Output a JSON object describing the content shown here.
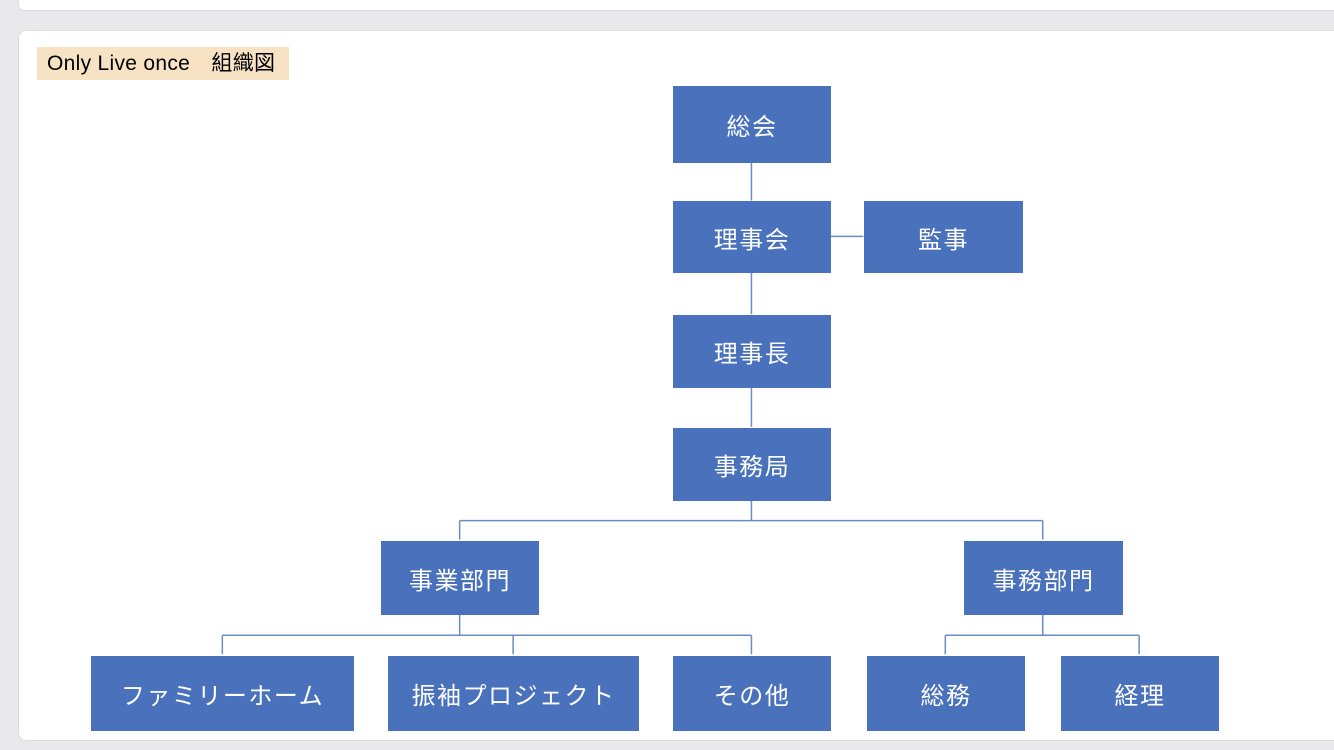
{
  "page": {
    "title": "Only Live once　組織図"
  },
  "colors": {
    "page_background": "#e9e9ec",
    "panel_background": "#ffffff",
    "title_highlight": "#f8e2c4",
    "title_text": "#000000",
    "node_fill": "#4a72bc",
    "node_text": "#ffffff",
    "connector": "#6b8cc9"
  },
  "org_chart": {
    "nodes": [
      {
        "id": "soukai",
        "label": "総会",
        "parent": null
      },
      {
        "id": "rijikai",
        "label": "理事会",
        "parent": "soukai"
      },
      {
        "id": "kanji",
        "label": "監事",
        "parent": "rijikai",
        "relation": "lateral"
      },
      {
        "id": "rijicho",
        "label": "理事長",
        "parent": "rijikai"
      },
      {
        "id": "jimukyoku",
        "label": "事務局",
        "parent": "rijicho"
      },
      {
        "id": "jigyo_bumon",
        "label": "事業部門",
        "parent": "jimukyoku"
      },
      {
        "id": "jimu_bumon",
        "label": "事務部門",
        "parent": "jimukyoku"
      },
      {
        "id": "family_home",
        "label": "ファミリーホーム",
        "parent": "jigyo_bumon"
      },
      {
        "id": "furisode_project",
        "label": "振袖プロジェクト",
        "parent": "jigyo_bumon"
      },
      {
        "id": "sonota",
        "label": "その他",
        "parent": "jigyo_bumon"
      },
      {
        "id": "soumu",
        "label": "総務",
        "parent": "jimu_bumon"
      },
      {
        "id": "keiri",
        "label": "経理",
        "parent": "jimu_bumon"
      }
    ]
  }
}
